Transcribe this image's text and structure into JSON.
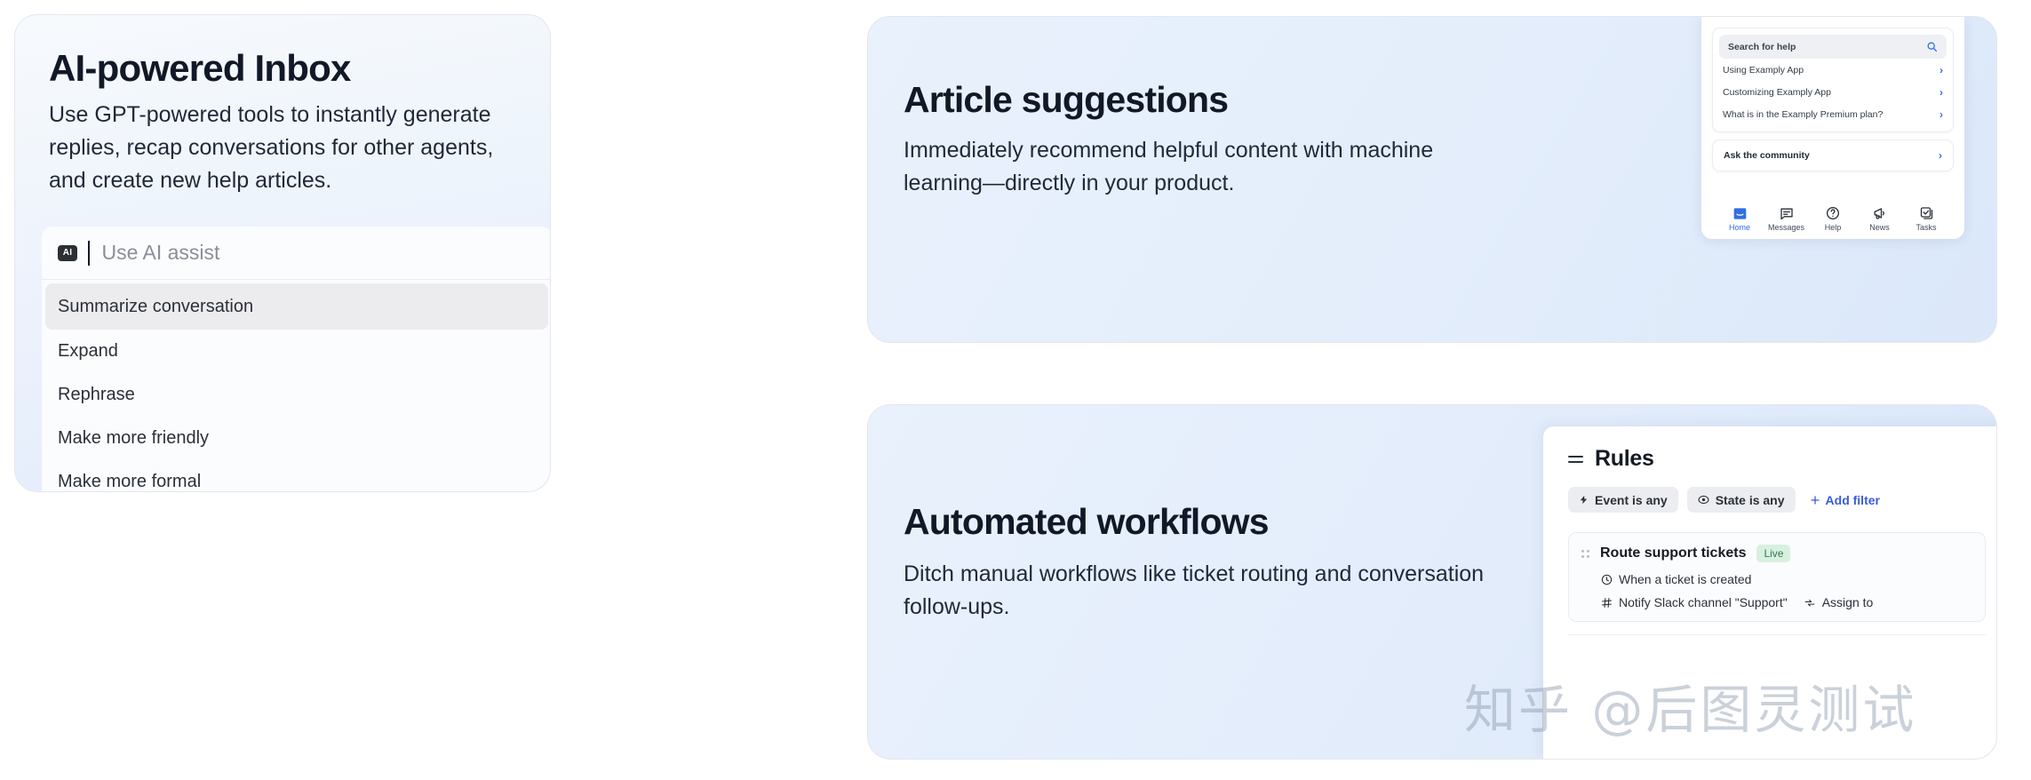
{
  "cards": {
    "inbox": {
      "title": "AI-powered Inbox",
      "body": "Use GPT-powered tools to instantly generate replies, recap conversations for other agents, and create new help articles.",
      "assist": {
        "badge": "AI",
        "placeholder": "Use AI assist",
        "items": [
          "Summarize conversation",
          "Expand",
          "Rephrase",
          "Make more friendly",
          "Make more formal"
        ]
      }
    },
    "articles": {
      "title": "Article suggestions",
      "body": "Immediately recommend helpful content with machine learning—directly in your product.",
      "messenger": {
        "search_placeholder": "Search for help",
        "search_icon": "search-icon",
        "rows": [
          "Using Examply App",
          "Customizing Examply App",
          "What is in the Examply Premium plan?"
        ],
        "community_label": "Ask the community",
        "nav": [
          {
            "label": "Home",
            "icon": "home-icon",
            "active": true
          },
          {
            "label": "Messages",
            "icon": "message-icon",
            "active": false
          },
          {
            "label": "Help",
            "icon": "help-icon",
            "active": false
          },
          {
            "label": "News",
            "icon": "megaphone-icon",
            "active": false
          },
          {
            "label": "Tasks",
            "icon": "tasks-icon",
            "active": false
          }
        ]
      }
    },
    "workflows": {
      "title": "Automated workflows",
      "body": "Ditch manual workflows like ticket routing and conversation follow-ups.",
      "rules": {
        "title": "Rules",
        "menu_icon": "hamburger-icon",
        "filters": [
          {
            "label": "Event is any",
            "icon": "bolt-icon"
          },
          {
            "label": "State is any",
            "icon": "target-icon"
          }
        ],
        "add_filter": "Add filter",
        "add_filter_icon": "plus-icon",
        "rule": {
          "name": "Route support tickets",
          "status": "Live",
          "trigger": "When a ticket is created",
          "trigger_icon": "clock-icon",
          "actions": [
            {
              "label": "Notify Slack channel \"Support\"",
              "icon": "slack-icon"
            },
            {
              "label": "Assign to",
              "icon": "assign-icon"
            }
          ]
        }
      }
    }
  },
  "watermark": "知乎 @后图灵测试",
  "colors": {
    "accent_blue": "#2f6fe4",
    "link_blue": "#3b5bdb",
    "live_green": "#2f7a4e",
    "title_dark": "#111827"
  }
}
